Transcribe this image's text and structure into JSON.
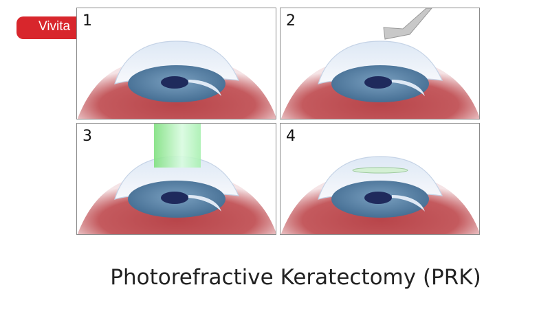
{
  "logo": {
    "text": "Vivita",
    "color": "#d8262c"
  },
  "panels": [
    {
      "number": "1",
      "step": "eye"
    },
    {
      "number": "2",
      "step": "spatula"
    },
    {
      "number": "3",
      "step": "laser"
    },
    {
      "number": "4",
      "step": "lens"
    }
  ],
  "title": "Photorefractive Keratectomy (PRK)",
  "colors": {
    "eyeball": "#b8454a",
    "iris": "#5a85a8",
    "pupil": "#1f2a5c",
    "laser": "#8ef08e"
  }
}
